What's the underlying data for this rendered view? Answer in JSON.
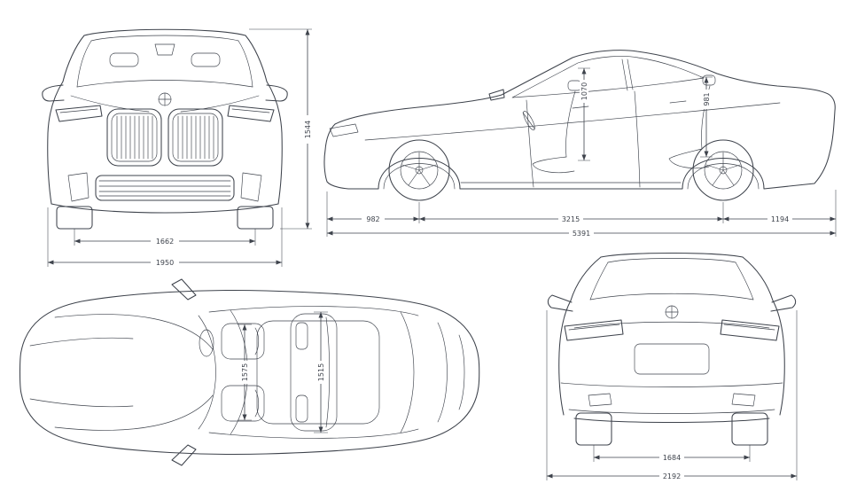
{
  "drawing": {
    "line_color": "#3e434c",
    "background_color": "#ffffff"
  },
  "views": {
    "front": {
      "dims": {
        "height": "1544",
        "track_width": "1662",
        "overall_width": "1950"
      }
    },
    "side": {
      "dims": {
        "front_overhang": "982",
        "wheelbase": "3215",
        "rear_overhang": "1194",
        "overall_length": "5391",
        "front_interior_height": "1070",
        "rear_interior_height": "981"
      }
    },
    "top": {
      "dims": {
        "front_interior_width": "1575",
        "rear_interior_width": "1515"
      }
    },
    "rear": {
      "dims": {
        "track_width": "1684",
        "overall_width_mirrors": "2192"
      }
    }
  }
}
